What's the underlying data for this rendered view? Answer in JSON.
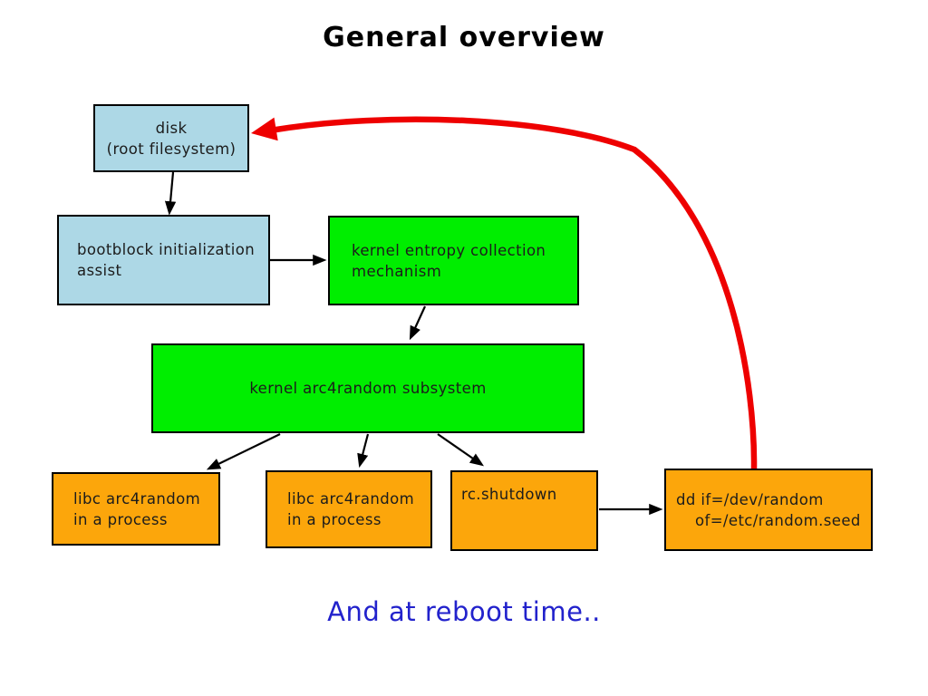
{
  "title": "General overview",
  "footer": "And at reboot time..",
  "colors": {
    "box_blue": "#add8e6",
    "box_green": "#00ee00",
    "box_orange": "#fca60b",
    "arrow_red": "#ee0000",
    "footer_text": "#2222cc",
    "node_text": "#1c1c1c"
  },
  "nodes": {
    "disk": {
      "line1": "disk",
      "line2": "(root filesystem)"
    },
    "bootblock": {
      "line1": "bootblock initialization",
      "line2": "assist"
    },
    "entropy": {
      "line1": "kernel entropy collection",
      "line2": "mechanism"
    },
    "arc4": {
      "line1": "kernel arc4random subsystem"
    },
    "libc1": {
      "line1": "libc arc4random",
      "line2": "in a process"
    },
    "libc2": {
      "line1": "libc arc4random",
      "line2": "in a process"
    },
    "rcshutdown": {
      "line1": "rc.shutdown"
    },
    "dd": {
      "line1": "dd if=/dev/random",
      "line2": "of=/etc/random.seed"
    }
  },
  "edges": [
    {
      "from": "disk",
      "to": "bootblock"
    },
    {
      "from": "bootblock",
      "to": "entropy"
    },
    {
      "from": "entropy",
      "to": "arc4"
    },
    {
      "from": "arc4",
      "to": "libc1"
    },
    {
      "from": "arc4",
      "to": "libc2"
    },
    {
      "from": "arc4",
      "to": "rcshutdown"
    },
    {
      "from": "rcshutdown",
      "to": "dd"
    },
    {
      "from": "dd",
      "to": "disk",
      "style": "red-curve"
    }
  ]
}
